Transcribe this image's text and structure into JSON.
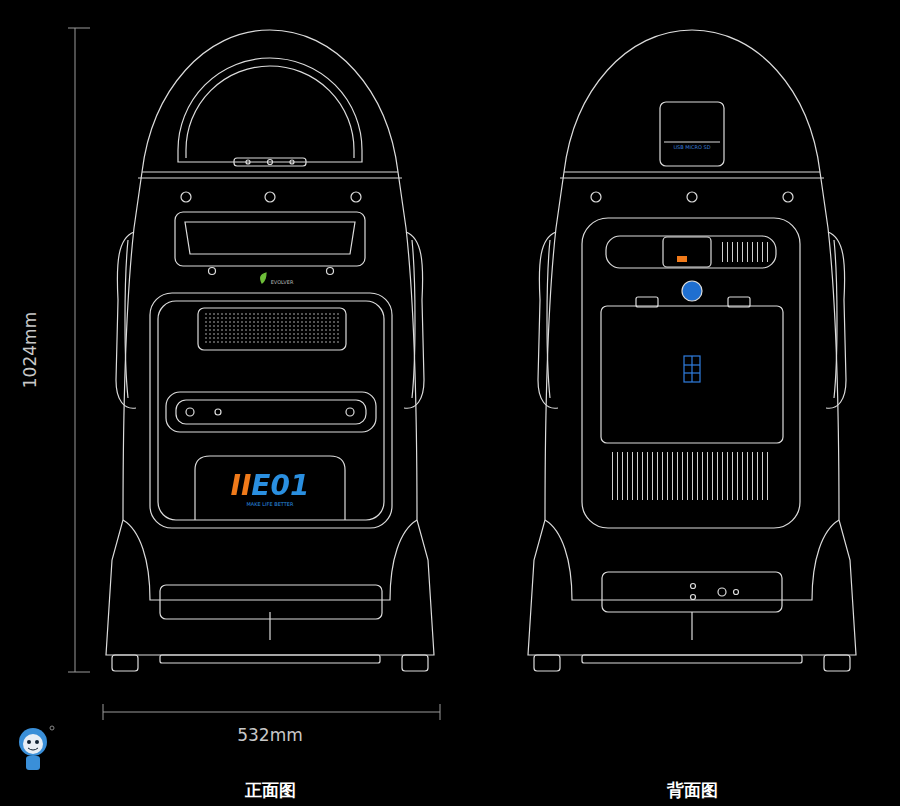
{
  "diagram": {
    "labels": [
      "1024mm",
      "532mm",
      "EVOLVER",
      "IIE01",
      "MAKE LIFE BETTER",
      "USB  MICRO SD",
      "正面图",
      "背面图"
    ]
  }
}
